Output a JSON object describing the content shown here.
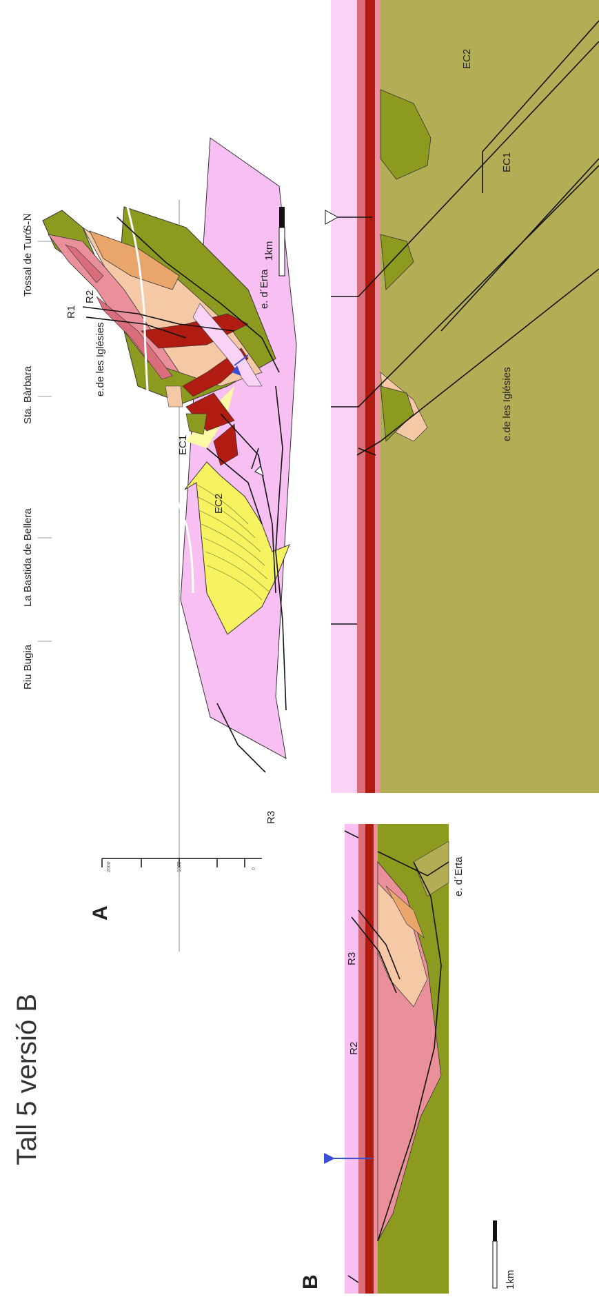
{
  "title": "Tall 5 versió B",
  "panels": {
    "a": {
      "letter": "A",
      "place_names": [
        "Riu Bugia",
        "La Bastida de Bellera",
        "Sta. Bàrbara",
        "Tossal de Turó"
      ],
      "orientation": "S-N",
      "scale_label": "1km",
      "axis_ticks": [
        "2000",
        "1000",
        "0"
      ],
      "fault_labels": {
        "r1": "R1",
        "r2": "R2",
        "r3": "R3",
        "ec1": "EC1",
        "ec2": "EC2",
        "esglesies": "e.de les Iglésies",
        "erta": "e. d´Erta"
      }
    },
    "b": {
      "letter": "B",
      "scale_label": "1km",
      "fault_labels": {
        "r2": "R2",
        "r3": "R3",
        "erta": "e. d´Erta",
        "ec1": "EC1",
        "ec2": "EC2",
        "esglesies": "e.de les Iglésies"
      }
    }
  },
  "colors": {
    "pink": "#f7bff2",
    "light_pink": "#f9d3f6",
    "olive_dark": "#8c9a1f",
    "olive_light": "#b3ad56",
    "dark_red": "#b01c12",
    "salmon": "#e9909a",
    "rose": "#d96d7a",
    "peach": "#f5c9a6",
    "orange": "#eaa66a",
    "yellow": "#f6f260",
    "blue_marker": "#3a4fd6"
  }
}
